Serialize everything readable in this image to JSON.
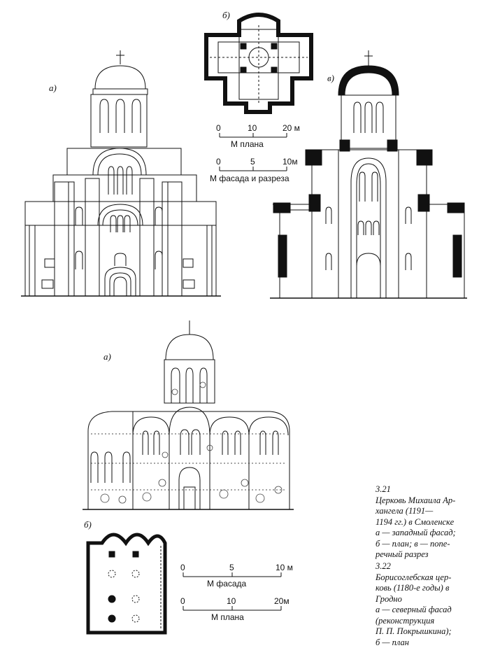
{
  "labels": {
    "fig21_a": "а)",
    "fig21_b": "б)",
    "fig21_v": "в)",
    "fig22_a": "а)",
    "fig22_b": "б)"
  },
  "scales": {
    "fig21_plan": {
      "ticks": [
        "0",
        "10",
        "20 м"
      ],
      "caption": "М плана"
    },
    "fig21_facade": {
      "ticks": [
        "0",
        "5",
        "10м"
      ],
      "caption": "М фасада и разреза"
    },
    "fig22_facade": {
      "ticks": [
        "0",
        "5",
        "10 м"
      ],
      "caption": "М фасада"
    },
    "fig22_plan": {
      "ticks": [
        "0",
        "10",
        "20м"
      ],
      "caption": "М плана"
    }
  },
  "captions": {
    "fig21": {
      "number": "3.21",
      "lines": [
        "Церковь Михаила Ар-",
        "хангела (1191—",
        "1194 гг.) в Смоленске",
        "а — западный фасад;",
        "б — план; в — попе-",
        "речный разрез"
      ]
    },
    "fig22": {
      "number": "3.22",
      "lines": [
        "Борисоглебская цер-",
        "ковь (1180-е годы) в",
        "Гродно",
        "а — северный фасад",
        "(реконструкция",
        "П. П. Покрышкина);",
        "б — план"
      ]
    }
  }
}
